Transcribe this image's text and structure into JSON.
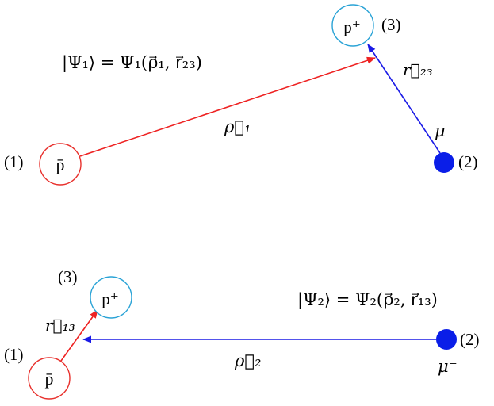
{
  "colors": {
    "antiproton": "#e8302c",
    "proton": "#2aa3d6",
    "muon": "#0a1ee8",
    "red_arrow": "#ee2222",
    "blue_arrow": "#1a1ae6",
    "text": "#000000"
  },
  "top": {
    "state_label": "|Ψ₁⟩ = Ψ₁(ρ⃗₁, r⃗₂₃)",
    "antiproton": {
      "symbol": "p̄",
      "index": "(1)"
    },
    "muon": {
      "symbol": "μ⁻",
      "index": "(2)"
    },
    "proton": {
      "symbol": "p⁺",
      "index": "(3)"
    },
    "rho_label": "ρ⃗₁",
    "r_label": "r⃗₂₃"
  },
  "bottom": {
    "state_label": "|Ψ₂⟩ = Ψ₂(ρ⃗₂, r⃗₁₃)",
    "antiproton": {
      "symbol": "p̄",
      "index": "(1)"
    },
    "muon": {
      "symbol": "μ⁻",
      "index": "(2)"
    },
    "proton": {
      "symbol": "p⁺",
      "index": "(3)"
    },
    "rho_label": "ρ⃗₂",
    "r_label": "r⃗₁₃"
  }
}
